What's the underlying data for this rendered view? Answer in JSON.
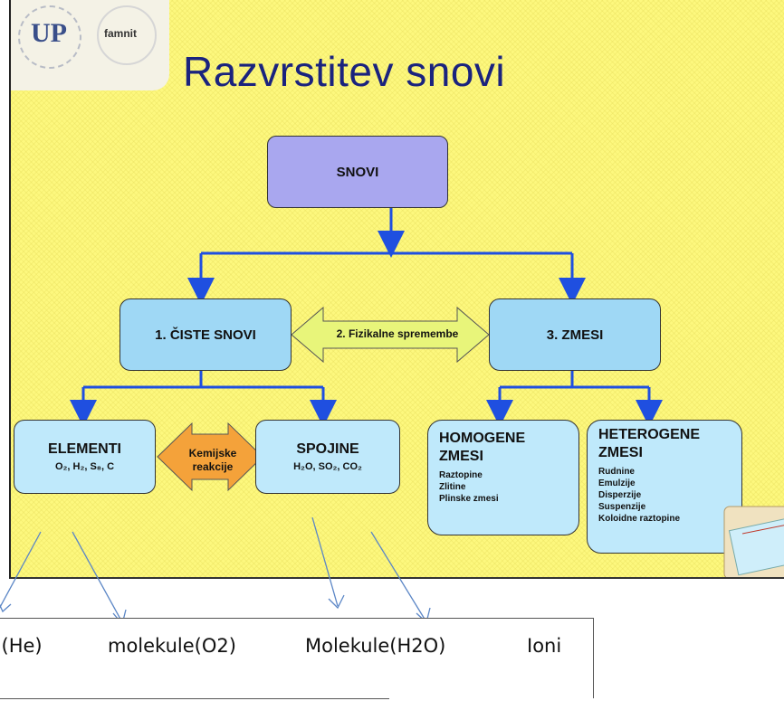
{
  "slide": {
    "logo": {
      "mark": "UP",
      "name": "famnit"
    },
    "title": "Razvrstitev snovi",
    "background_color": "#fdf87e"
  },
  "diagram": {
    "root": {
      "label": "SNOVI",
      "color": "#a9a7ef"
    },
    "pure": {
      "label": "1. ČISTE SNOVI",
      "color": "#9fd8f5"
    },
    "mixtures": {
      "label": "3. ZMESI",
      "color": "#9fd8f5"
    },
    "physical_changes": {
      "label": "2. Fizikalne spremembe",
      "color": "#e8f57a"
    },
    "elements": {
      "label": "ELEMENTI",
      "examples": "O₂, H₂, S₈, C"
    },
    "chemical_reactions": {
      "line1": "Kemijske",
      "line2": "reakcije",
      "color": "#f4a23a"
    },
    "compounds": {
      "label": "SPOJINE",
      "examples": "H₂O, SO₂, CO₂"
    },
    "homogeneous": {
      "line1": "HOMOGENE",
      "line2": "ZMESI",
      "items": [
        "Raztopine",
        "Zlitine",
        "Plinske zmesi"
      ]
    },
    "heterogeneous": {
      "line1": "HETEROGENE",
      "line2": "ZMESI",
      "items": [
        "Rudnine",
        "Emulzije",
        "Disperzije",
        "Suspenzije",
        "Koloidne raztopine"
      ]
    },
    "connector_color": "#1f4fe0"
  },
  "caption": {
    "words": [
      "i (He)",
      "molekule(O2)",
      "Molekule(H2O)",
      "Ioni"
    ],
    "pointer_color": "#5b86c6"
  }
}
